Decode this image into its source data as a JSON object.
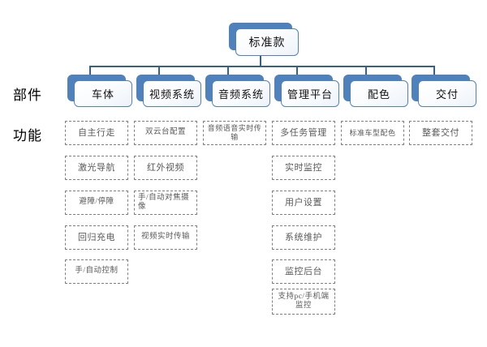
{
  "diagram": {
    "type": "org-chart",
    "row_labels": {
      "components": "部件",
      "functions": "功能"
    },
    "root": {
      "label": "标准款"
    },
    "colors": {
      "node_fill_back": "#4f81bd",
      "node_border": "#4f81bd",
      "node_fill_front": "#f4f7fb",
      "connector": "#36618d",
      "dashed_border": "#7f7f7f",
      "function_text": "#5a5a5a",
      "node_text": "#111111",
      "background": "#ffffff"
    },
    "columns": [
      {
        "component": "车体",
        "functions": [
          "自主行走",
          "激光导航",
          "避障/停障",
          "回归充电",
          "手/自动控制"
        ]
      },
      {
        "component": "视频系统",
        "functions": [
          "双云台配置",
          "红外视频",
          "手/自动对焦摄像",
          "视频实时传输"
        ]
      },
      {
        "component": "音频系统",
        "functions": [
          "音频语音实时传输"
        ]
      },
      {
        "component": "管理平台",
        "functions": [
          "多任务管理",
          "实时监控",
          "用户设置",
          "系统维护",
          "监控后台",
          "支持pc/手机端监控"
        ]
      },
      {
        "component": "配色",
        "functions": [
          "标准车型配色"
        ]
      },
      {
        "component": "交付",
        "functions": [
          "整套交付"
        ]
      }
    ]
  }
}
